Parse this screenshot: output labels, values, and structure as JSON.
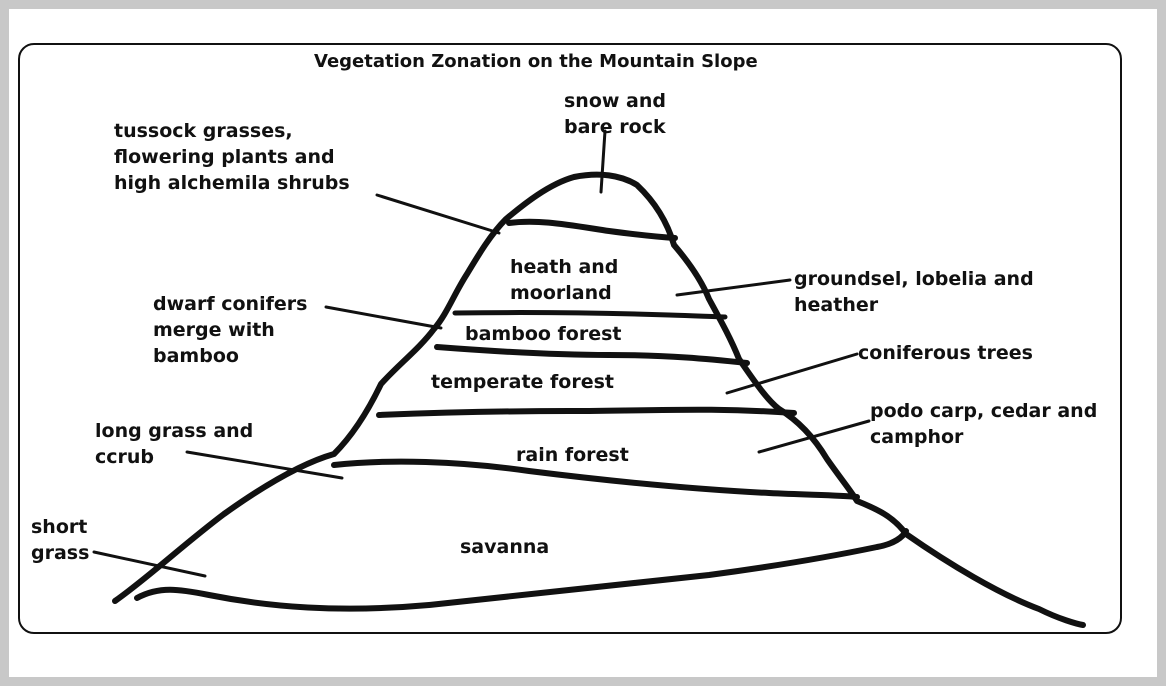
{
  "title": "Vegetation Zonation on the Mountain Slope",
  "zones": {
    "summit": [
      "snow and",
      "bare rock"
    ],
    "heath": [
      "heath and",
      "moorland"
    ],
    "bamboo": "bamboo forest",
    "temperate": "temperate forest",
    "rain": "rain forest",
    "savanna": "savanna"
  },
  "callouts": {
    "tussock": [
      "tussock grasses,",
      "flowering plants and",
      "high alchemila shrubs"
    ],
    "dwarf": [
      "dwarf conifers",
      "merge with",
      "bamboo"
    ],
    "long_grass": [
      "long grass and",
      "ccrub"
    ],
    "short_grass": [
      "short",
      "grass"
    ],
    "groundsel": [
      "groundsel, lobelia and",
      "heather"
    ],
    "coniferous": "coniferous trees",
    "podo": [
      "podo carp, cedar and",
      "camphor"
    ]
  },
  "colors": {
    "background": "#c8c8c8",
    "canvas": "#ffffff",
    "ink": "#111111"
  }
}
